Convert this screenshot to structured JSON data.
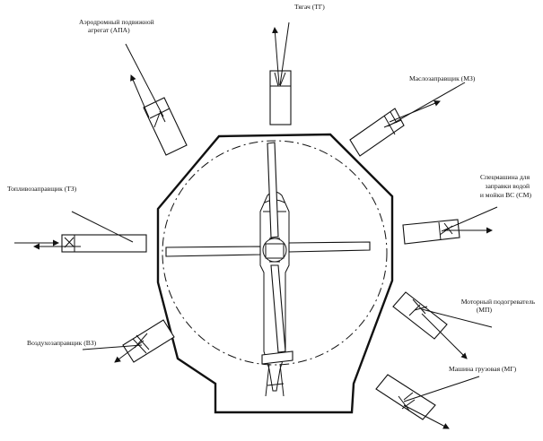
{
  "labels": {
    "apa": [
      "Аэродромный подвижной",
      "агрегат (АПА)"
    ],
    "tg": "Тягач (ТГ)",
    "mz": "Маслозаправщик (МЗ)",
    "sm": [
      "Спецмашина для",
      "заправки водой",
      "и мойки ВС (СМ)"
    ],
    "tz": "Топливозаправщик (ТЗ)",
    "mp": [
      "Моторный подогреватель",
      "(МП)"
    ],
    "vz": "Воздухозаправщик (ВЗ)",
    "mg": "Машина грузовая (МГ)"
  },
  "colors": {
    "ink": "#111111",
    "paper": "#ffffff"
  }
}
